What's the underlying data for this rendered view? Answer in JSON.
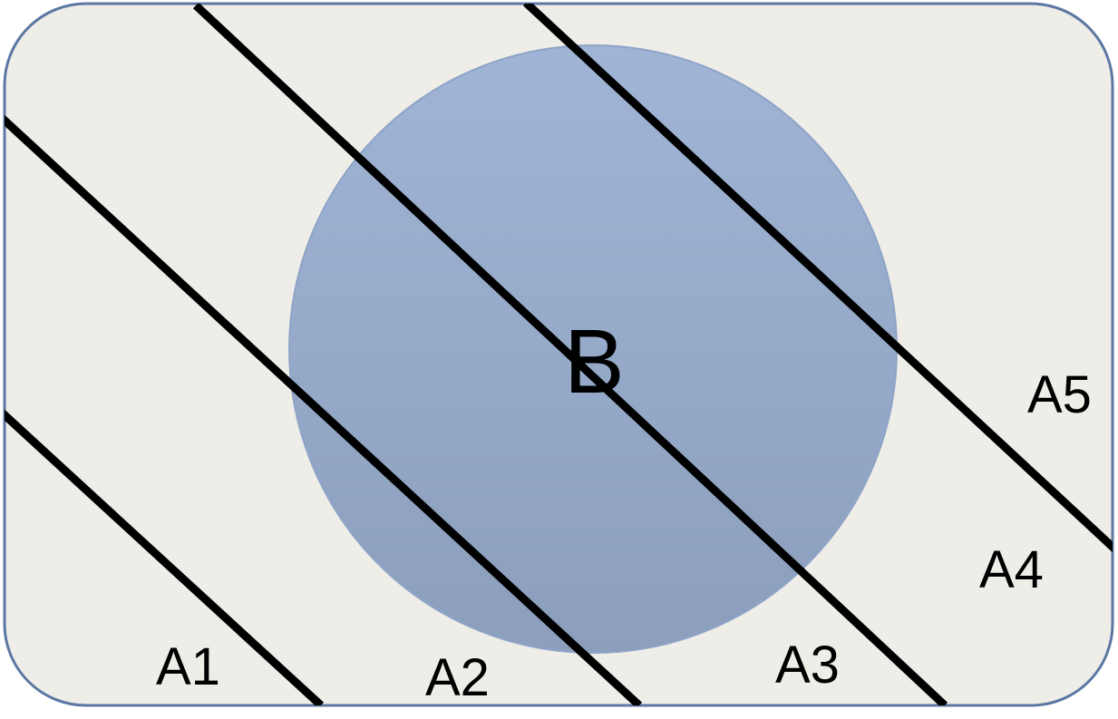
{
  "diagram": {
    "universe_color": "#efede7",
    "universe_border_color": "#5b77a2",
    "circle_color": "#94a9c7",
    "line_color": "#000000",
    "circle_label": "B",
    "regions": [
      {
        "id": "a1",
        "label": "A1"
      },
      {
        "id": "a2",
        "label": "A2"
      },
      {
        "id": "a3",
        "label": "A3"
      },
      {
        "id": "a4",
        "label": "A4"
      },
      {
        "id": "a5",
        "label": "A5"
      }
    ]
  }
}
